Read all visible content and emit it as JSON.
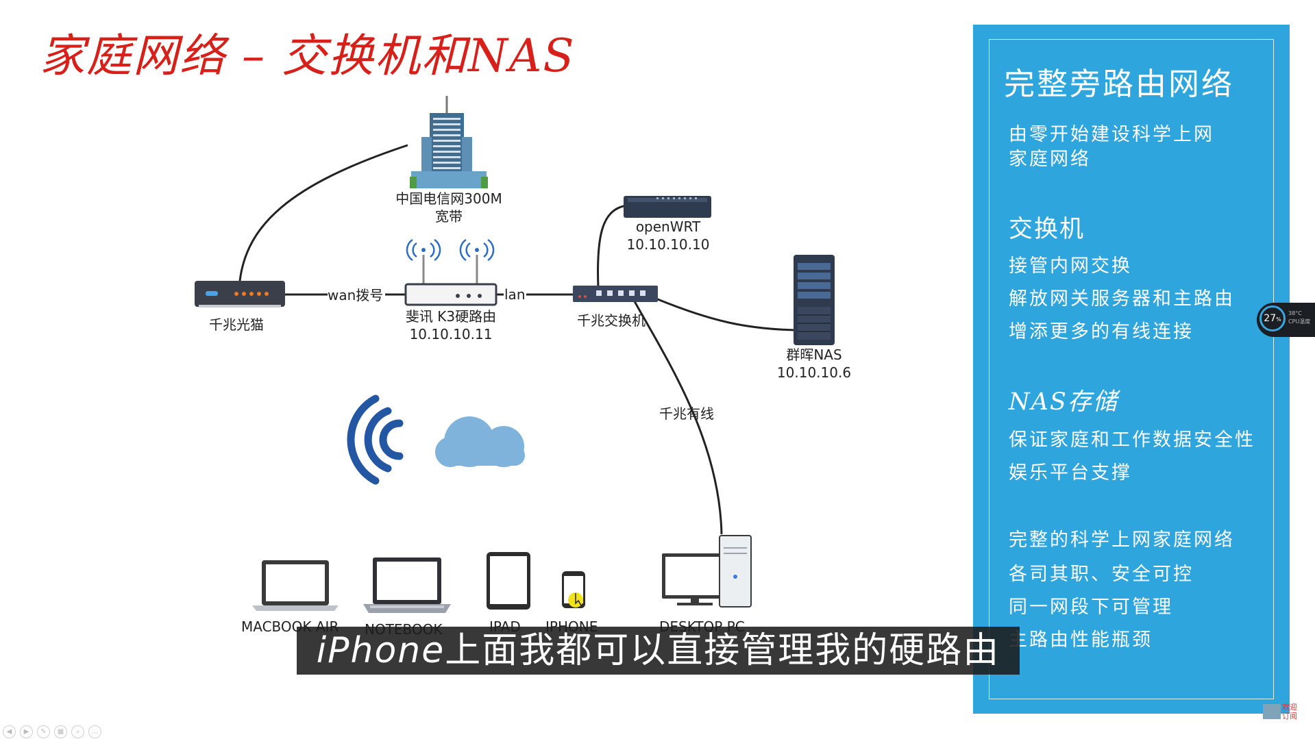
{
  "title": "家庭网络 – 交换机和NAS",
  "diagram": {
    "isp": {
      "label_line1": "中国电信网300M",
      "label_line2": "宽带"
    },
    "modem": {
      "label": "千兆光猫"
    },
    "wan_link": {
      "label": "wan拨号"
    },
    "router": {
      "label_line1": "斐讯 K3硬路由",
      "label_line2": "10.10.10.11"
    },
    "lan_link": {
      "label": "lan"
    },
    "openwrt": {
      "label_line1": "openWRT",
      "label_line2": "10.10.10.10"
    },
    "switch": {
      "label": "千兆交换机"
    },
    "nas": {
      "label_line1": "群晖NAS",
      "label_line2": "10.10.10.6"
    },
    "wired_link": {
      "label": "千兆有线"
    },
    "devices": [
      {
        "label": "MACBOOK AIR"
      },
      {
        "label": "NOTEBOOK"
      },
      {
        "label": "IPAD"
      },
      {
        "label": "IPHONE"
      },
      {
        "label": "DESKTOP PC"
      }
    ],
    "colors": {
      "wifi": "#2357a3",
      "cloud": "#7fb3dc",
      "link": "#222222"
    }
  },
  "panel": {
    "heading": "完整旁路由网络",
    "intro": [
      "由零开始建设科学上网",
      "家庭网络"
    ],
    "switch_section": {
      "heading": "交换机",
      "items": [
        "接管内网交换",
        "解放网关服务器和主路由",
        "增添更多的有线连接"
      ]
    },
    "nas_section": {
      "heading": "NAS存储",
      "items": [
        "保证家庭和工作数据安全性",
        "娱乐平台支撑"
      ]
    },
    "summary": [
      "完整的科学上网家庭网络",
      "各司其职、安全可控",
      "同一网段下可管理",
      "主路由性能瓶颈"
    ],
    "background": "#2ea5dc"
  },
  "subtitle": {
    "italic_part": "iPhone",
    "rest": "上面我都可以直接管理我的硬路由"
  },
  "widget": {
    "value": "27",
    "unit": "%",
    "temp": "38°C",
    "caption": "CPU温度"
  },
  "corner_logo": {
    "line1": "欢迎",
    "line2": "订阅"
  }
}
